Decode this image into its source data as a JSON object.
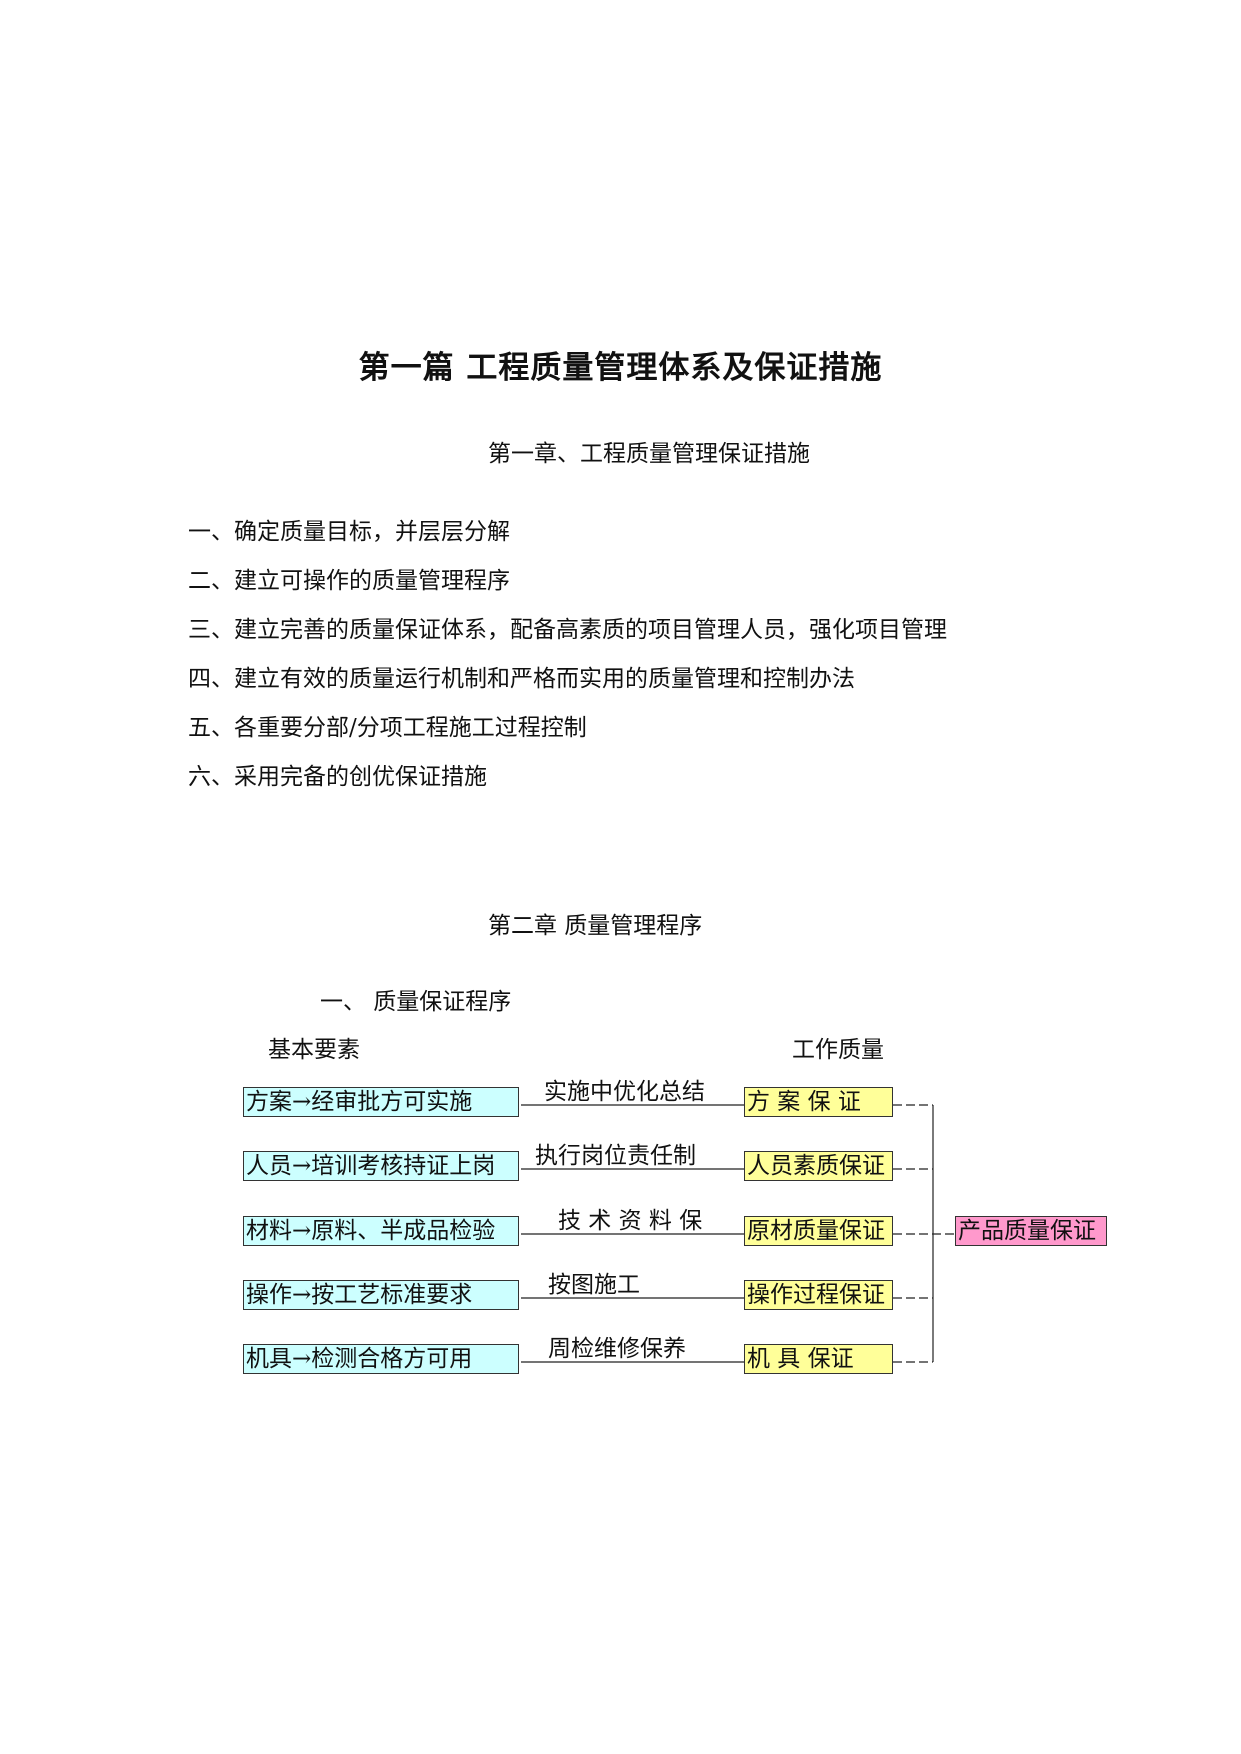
{
  "document": {
    "title": "第一篇  工程质量管理体系及保证措施",
    "chapter1": {
      "title": "第一章、工程质量管理保证措施",
      "items": [
        "一、确定质量目标，并层层分解",
        "二、建立可操作的质量管理程序",
        "三、建立完善的质量保证体系，配备高素质的项目管理人员，强化项目管理",
        "四、建立有效的质量运行机制和严格而实用的质量管理和控制办法",
        "五、各重要分部/分项工程施工过程控制",
        "六、采用完备的创优保证措施"
      ]
    },
    "chapter2": {
      "title": "第二章    质量管理程序",
      "section": "一、    质量保证程序"
    }
  },
  "diagram": {
    "left_header": "基本要素",
    "right_header": "工作质量",
    "rows": [
      {
        "element": "方案→经审批方可实施",
        "action": "实施中优化总结",
        "quality": "方 案   保 证"
      },
      {
        "element": "人员→培训考核持证上岗",
        "action": "执行岗位责任制",
        "quality": "人员素质保证"
      },
      {
        "element": "材料→原料、半成品检验",
        "action": "技 术 资 料 保",
        "quality": "原材质量保证"
      },
      {
        "element": "操作→按工艺标准要求",
        "action": "按图施工",
        "quality": "操作过程保证"
      },
      {
        "element": "机具→检测合格方可用",
        "action": "周检维修保养",
        "quality": "机 具     保证"
      }
    ],
    "result": "产品质量保证",
    "colors": {
      "element_box": "#ccffff",
      "quality_box": "#ffff99",
      "result_box": "#ff99cc"
    }
  }
}
